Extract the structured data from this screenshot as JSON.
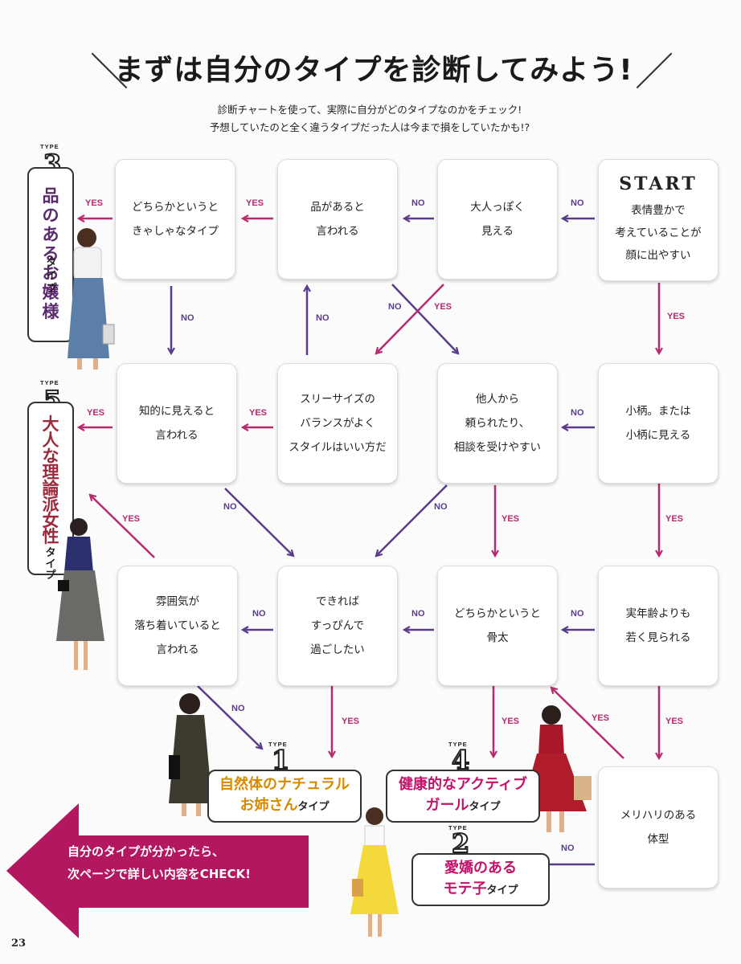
{
  "title": "まずは自分のタイプを診断してみよう!",
  "subtitle": [
    "診断チャートを使って、実際に自分がどのタイプなのかをチェック!",
    "予想していたのと全く違うタイプだった人は今まで損をしていたかも!?"
  ],
  "start_label": "START",
  "boxes": {
    "q_start": [
      "表情豊かで",
      "考えていることが",
      "顔に出やすい"
    ],
    "q_otona": [
      "大人っぽく",
      "見える"
    ],
    "q_hin": [
      "品があると",
      "言われる"
    ],
    "q_kyasha": [
      "どちらかというと",
      "きゃしゃなタイプ"
    ],
    "q_kogara": [
      "小柄。または",
      "小柄に見える"
    ],
    "q_tanin": [
      "他人から",
      "頼られたり、",
      "相談を受けやすい"
    ],
    "q_three": [
      "スリーサイズの",
      "バランスがよく",
      "スタイルはいい方だ"
    ],
    "q_chiteki": [
      "知的に見えると",
      "言われる"
    ],
    "q_jitsunen": [
      "実年齢よりも",
      "若く見られる"
    ],
    "q_honebuto": [
      "どちらかというと",
      "骨太"
    ],
    "q_suppin": [
      "できれば",
      "すっぴんで",
      "過ごしたい"
    ],
    "q_fun": [
      "雰囲気が",
      "落ち着いていると",
      "言われる"
    ],
    "q_merihari": [
      "メリハリのある",
      "体型"
    ]
  },
  "labels": {
    "yes": "YES",
    "no": "NO",
    "type": "TYPE"
  },
  "types": {
    "t3": {
      "num": "3",
      "main": [
        "品",
        "の",
        "あ",
        "る",
        "お",
        "嬢",
        "様"
      ],
      "suffix": [
        "タ",
        "イ",
        "プ"
      ]
    },
    "t5": {
      "num": "5",
      "main": [
        "大",
        "人",
        "な",
        "理",
        "論",
        "派",
        "女",
        "性"
      ],
      "suffix": [
        "タ",
        "イ",
        "プ"
      ]
    },
    "t1": {
      "num": "1",
      "line1": "自然体のナチュラル",
      "line2": "お姉さん",
      "suffix": "タイプ"
    },
    "t4": {
      "num": "4",
      "line1": "健康的なアクティブ",
      "line2": "ガール",
      "suffix": "タイプ"
    },
    "t2": {
      "num": "2",
      "line1": "愛嬌のある",
      "line2": "モテ子",
      "suffix": "タイプ"
    }
  },
  "cta": {
    "line1": "自分のタイプが分かったら、",
    "line2": "次ページで詳しい内容をCHECK!"
  },
  "page_number": "23",
  "colors": {
    "yes": "#b82a6e",
    "no": "#5a3d8a",
    "cta": "#b2175f",
    "t3": "#5b2a6e",
    "t5": "#9c2a3c",
    "t1": "#d68a00",
    "t4": "#c4126a",
    "t2": "#c4126a"
  }
}
